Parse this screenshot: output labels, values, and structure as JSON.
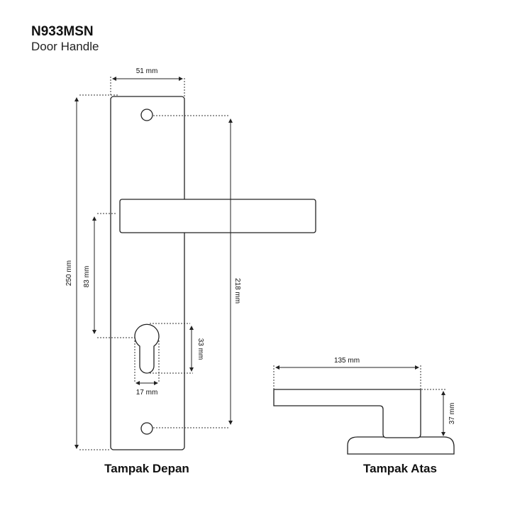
{
  "header": {
    "model": "N933MSN",
    "product": "Door Handle"
  },
  "front_view": {
    "title": "Tampak Depan",
    "dims": {
      "width": "51 mm",
      "height": "250 mm",
      "hole_spacing": "218 mm",
      "handle_to_cylinder": "83 mm",
      "cylinder_height": "33 mm",
      "cylinder_width": "17 mm"
    }
  },
  "top_view": {
    "title": "Tampak Atas",
    "dims": {
      "length": "135 mm",
      "projection": "37 mm"
    }
  }
}
